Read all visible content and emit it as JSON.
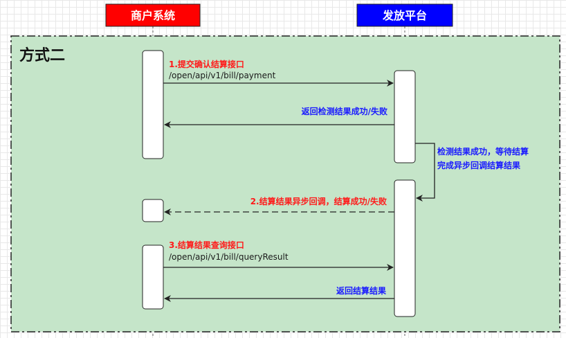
{
  "frame": {
    "title": "方式二"
  },
  "participants": {
    "merchant": {
      "label": "商户系统",
      "color": "#ff0000"
    },
    "platform": {
      "label": "发放平台",
      "color": "#0000ff"
    }
  },
  "messages": {
    "m1": {
      "title": "1.提交确认结算接口",
      "path": "/open/api/v1/bill/payment"
    },
    "m1_reply": {
      "title": "返回检测结果成功/失败"
    },
    "self_note": {
      "line1": "检测结果成功，等待结算",
      "line2": "完成异步回调结算结果"
    },
    "m2": {
      "title": "2.结算结果异步回调，结算成功/失败"
    },
    "m3": {
      "title": "3.结算结果查询接口",
      "path": "/open/api/v1/bill/queryResult"
    },
    "m3_reply": {
      "title": "返回结算结果"
    }
  },
  "colors": {
    "frame_fill": "#c5e5c9",
    "red_text": "#ff1a1a",
    "blue_text": "#1a1aff"
  }
}
